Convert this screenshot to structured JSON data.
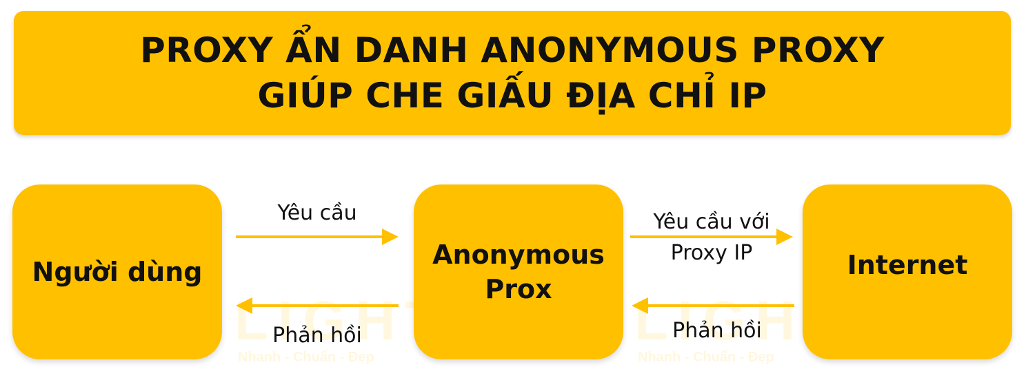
{
  "title": {
    "line1": "PROXY ẨN DANH ANONYMOUS PROXY",
    "line2": "GIÚP CHE GIẤU ĐỊA CHỈ IP"
  },
  "nodes": {
    "user": "Người dùng",
    "proxy_line1": "Anonymous",
    "proxy_line2": "Prox",
    "internet": "Internet"
  },
  "edges": {
    "request": "Yêu cầu",
    "response_left": "Phản hồi",
    "request_proxy_line1": "Yêu cầu với",
    "request_proxy_line2": "Proxy IP",
    "response_right": "Phản hồi"
  },
  "watermark": {
    "logo_text": "LIGHT",
    "slogan": "Nhanh - Chuẩn - Đẹp"
  },
  "colors": {
    "accent": "#FFC000",
    "text": "#111111"
  }
}
